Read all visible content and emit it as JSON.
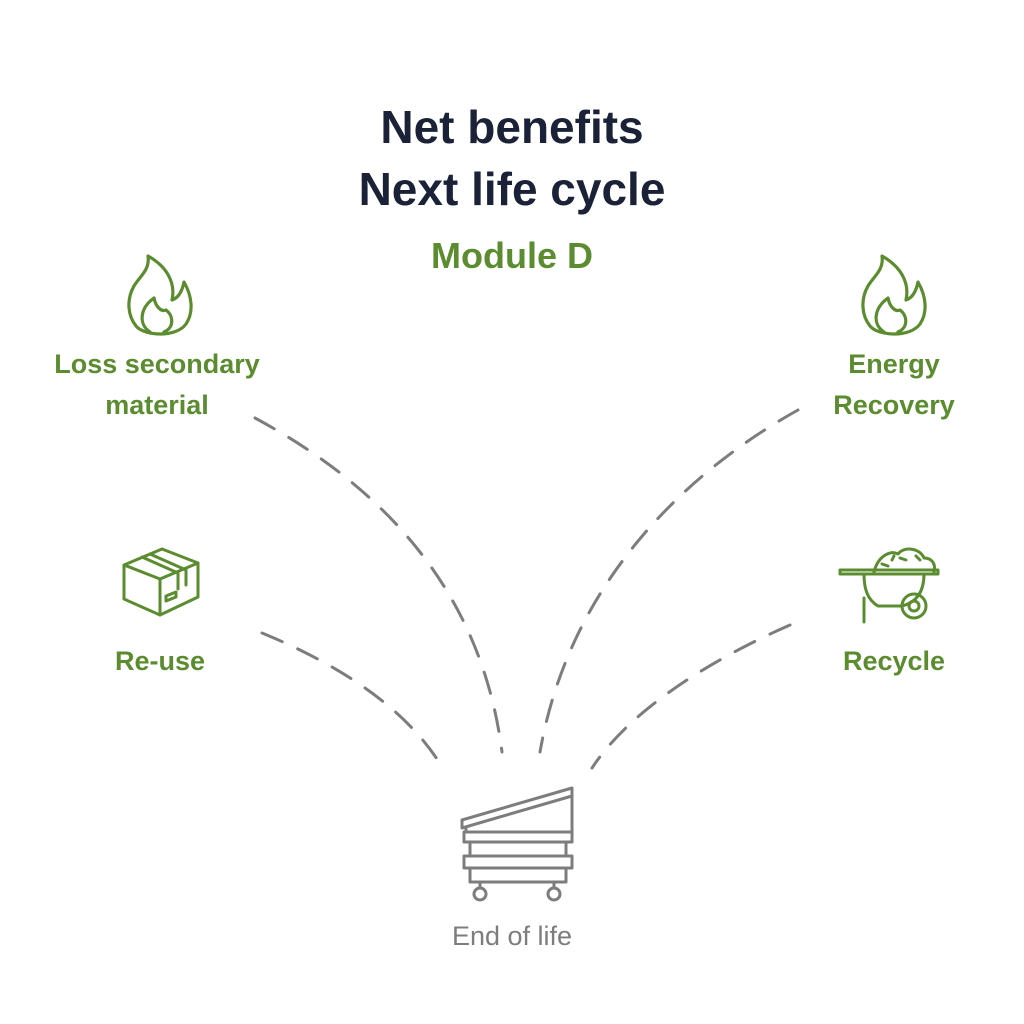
{
  "diagram": {
    "title_line1": "Net benefits",
    "title_line2": "Next life cycle",
    "subtitle": "Module D",
    "nodes": {
      "loss_secondary": {
        "line1": "Loss secondary",
        "line2": "material",
        "icon": "flame-icon"
      },
      "energy_recovery": {
        "line1": "Energy",
        "line2": "Recovery",
        "icon": "flame-icon"
      },
      "reuse": {
        "label": "Re-use",
        "icon": "box-icon"
      },
      "recycle": {
        "label": "Recycle",
        "icon": "wheelbarrow-icon"
      },
      "end_of_life": {
        "label": "End of life",
        "icon": "dumpster-icon"
      }
    },
    "colors": {
      "title": "#1b2238",
      "accent_green": "#5b8c2f",
      "gray": "#7d7d7d"
    }
  }
}
